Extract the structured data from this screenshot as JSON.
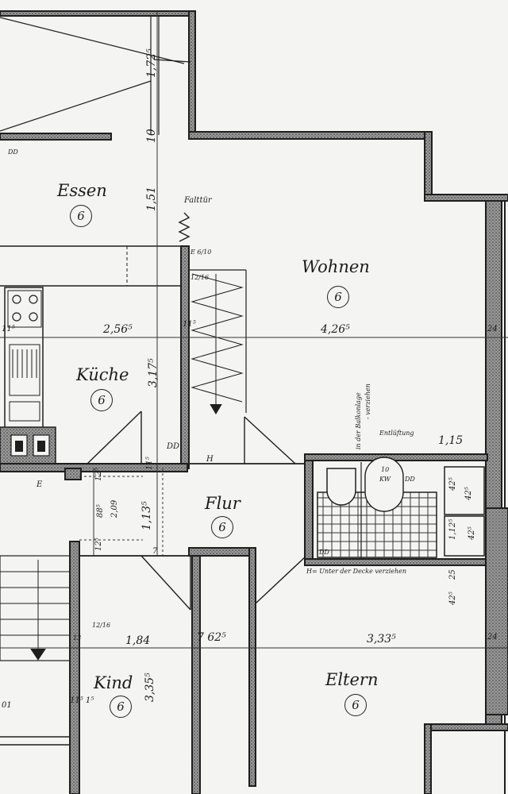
{
  "rooms": {
    "essen": {
      "name": "Essen",
      "number": "6"
    },
    "wohnen": {
      "name": "Wohnen",
      "number": "6"
    },
    "kueche": {
      "name": "Küche",
      "number": "6"
    },
    "flur": {
      "name": "Flur",
      "number": "6"
    },
    "kind": {
      "name": "Kind",
      "number": "6"
    },
    "eltern": {
      "name": "Eltern",
      "number": "6"
    }
  },
  "dimensions": {
    "top_height": "1,72⁵",
    "top_10": "10",
    "essen_height": "1,51",
    "kueche_width": "2,56⁵",
    "wall_11": "11⁵",
    "wohnen_width": "4,26⁵",
    "kueche_height": "3,17⁵",
    "right_24": "24",
    "bath_115": "1,15",
    "flur_125_top": "12⁵",
    "flur_885": "88⁵",
    "flur_209": "2,09",
    "flur_1135": "1,13⁵",
    "flur_125_bottom": "12⁵",
    "wall_115_flur": "11⁵",
    "wall_7": "7",
    "wall_11_left": "11⁵",
    "kind_width": "1,84",
    "wall_625": "7  62⁵",
    "eltern_width": "3,33⁵",
    "kind_height": "3,35⁵",
    "kind_115": "11⁵ 1⁵",
    "left_01": "01",
    "bath_425_a": "42⁵",
    "bath_425_b": "42⁵",
    "bath_425_c": "42⁵",
    "bath_425_d": "42⁵",
    "bath_1125": "1,12⁵",
    "bath_25": "25",
    "e610": "E 6/10",
    "stair_1216_top": "12/16",
    "stair_1216_bottom": "12/16",
    "stair_13": "13",
    "right_24b": "24"
  },
  "annotations": {
    "falttuer": "Falttür",
    "dd_top": "DD",
    "dd_kitchen": "DD",
    "dd_bath": "DD",
    "dd_bath2": "DD",
    "entlueftung": "Entlüftung",
    "balkonlage": "in der Balkonlage",
    "verziehen": "- verziehen",
    "kw": "KW",
    "kw_num": "10",
    "e_marker": "E",
    "h_marker": "H",
    "h_note": "H= Unter der Decke verziehen"
  },
  "colors": {
    "ink": "#1e1e1e",
    "paper": "#f4f4f2",
    "tile": "#3a3a3a"
  }
}
